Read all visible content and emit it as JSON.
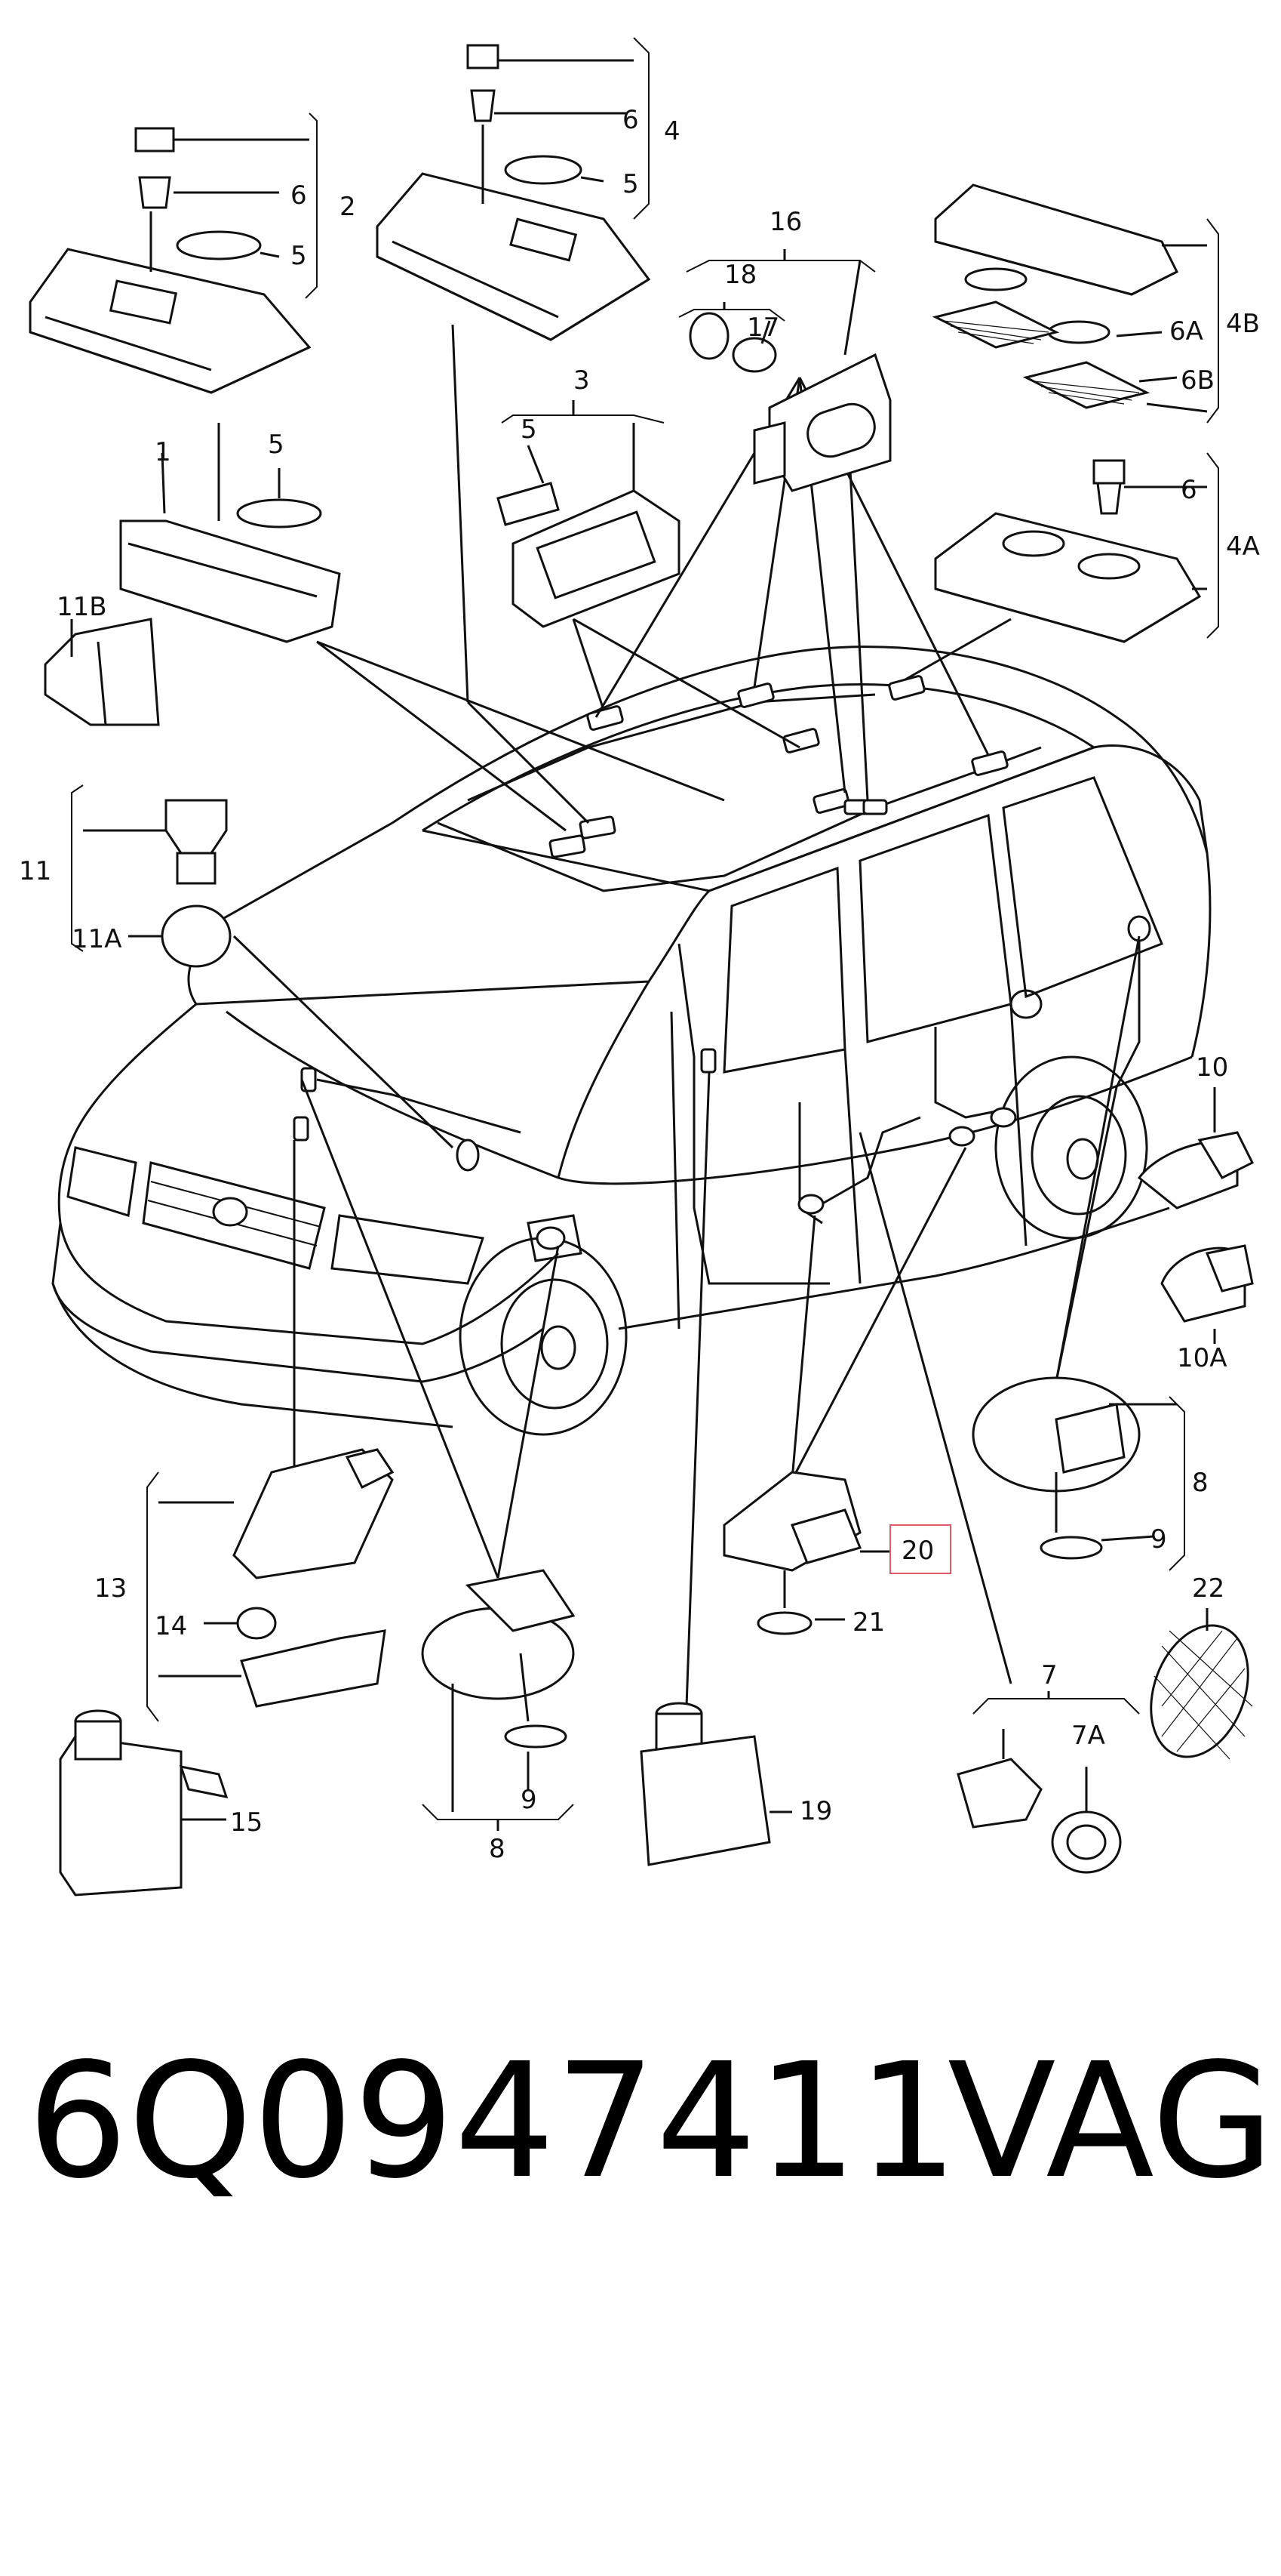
{
  "caption": {
    "part_number": "6Q0947411",
    "brand": "VAG"
  },
  "labels": {
    "l1": "1",
    "l2": "2",
    "l3": "3",
    "l4": "4",
    "l4A": "4A",
    "l4B": "4B",
    "l5": "5",
    "l6": "6",
    "l6A": "6A",
    "l6B": "6B",
    "l7": "7",
    "l7A": "7A",
    "l8": "8",
    "l9": "9",
    "l10": "10",
    "l10A": "10A",
    "l11": "11",
    "l11A": "11A",
    "l11B": "11B",
    "l13": "13",
    "l14": "14",
    "l15": "15",
    "l16": "16",
    "l17": "17",
    "l18": "18",
    "l19": "19",
    "l20": "20",
    "l21": "21",
    "l22": "22"
  },
  "highlight": {
    "label": "20",
    "color": "#e05a6a"
  }
}
